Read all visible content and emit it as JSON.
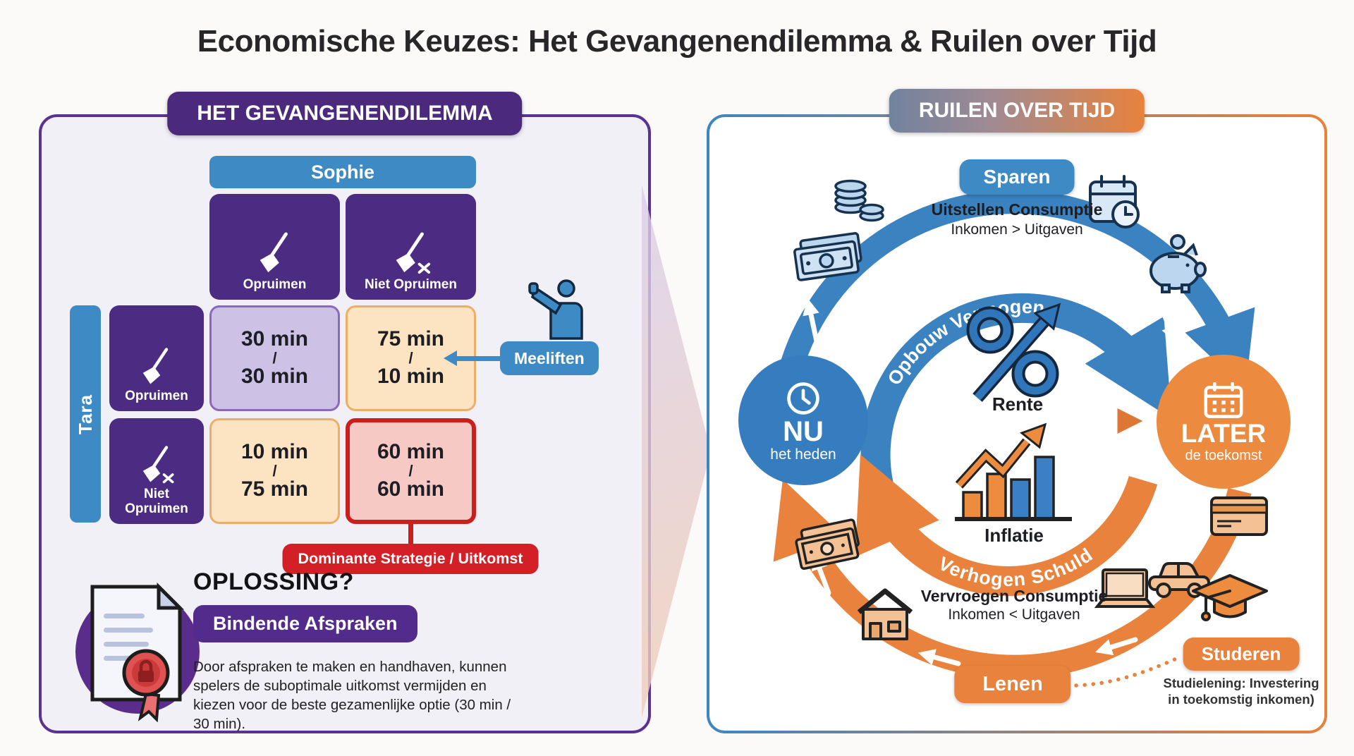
{
  "title": "Economische Keuzes: Het Gevangenendilemma & Ruilen over Tijd",
  "left_panel": {
    "header": "HET GEVANGENENDILEMMA",
    "column_player": "Sophie",
    "row_player": "Tara",
    "column_headers": [
      "Opruimen",
      "Niet Opruimen"
    ],
    "row_headers": [
      "Opruimen",
      "Niet Opruimen"
    ],
    "cells": [
      {
        "a": "30 min",
        "sep": "/",
        "b": "30 min"
      },
      {
        "a": "75 min",
        "sep": "/",
        "b": "10 min"
      },
      {
        "a": "10 min",
        "sep": "/",
        "b": "75 min"
      },
      {
        "a": "60 min",
        "sep": "/",
        "b": "60 min"
      }
    ],
    "freerider_label": "Meeliften",
    "dominant_label": "Dominante Strategie / Uitkomst",
    "solution_heading": "OPLOSSING?",
    "solution_pill": "Bindende Afspraken",
    "solution_body": "Door afspraken te maken en handhaven, kunnen spelers de suboptimale uitkomst vermijden en kiezen voor de beste gezamenlijke optie (30 min / 30 min)."
  },
  "right_panel": {
    "header": "RUILEN OVER TIJD",
    "save_pill": "Sparen",
    "defer_title": "Uitstellen Consumptie",
    "defer_sub": "Inkomen > Uitgaven",
    "build_wealth_arc": "Opbouw Vermogen",
    "interest_label": "Rente",
    "now_label": "NU",
    "now_sub": "het heden",
    "later_label": "LATER",
    "later_sub": "de toekomst",
    "inflation_label": "Inflatie",
    "increase_debt_arc": "Verhogen Schuld",
    "advance_title": "Vervroegen Consumptie",
    "advance_sub": "Inkomen < Uitgaven",
    "borrow_pill": "Lenen",
    "study_pill": "Studeren",
    "study_caption_line1": "Studielening: Investering",
    "study_caption_line2": "in toekomstig inkomen)"
  },
  "colors": {
    "purple_dark": "#4b2a7e",
    "purple_border": "#5a3390",
    "blue": "#3e8ac5",
    "blue_circle": "#357dbf",
    "orange": "#e8823c",
    "orange_circle": "#ec8b3f",
    "cell_purple_bg": "#cdc1e6",
    "cell_peach_bg": "#fce4c3",
    "cell_red_bg": "#f6c9c5",
    "red": "#c9201d",
    "text_dark": "#1d1d24"
  }
}
